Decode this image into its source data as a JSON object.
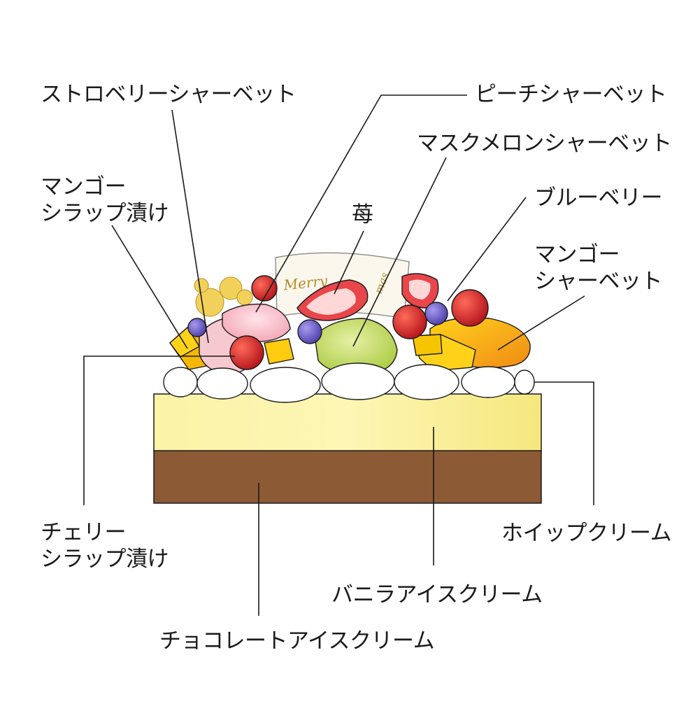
{
  "labels": {
    "strawberry_sherbet": "ストロベリーシャーベット",
    "peach_sherbet": "ピーチシャーベット",
    "muskmelon_sherbet": "マスクメロンシャーベット",
    "mango_syrup": [
      "マンゴー",
      "シラップ漬け"
    ],
    "strawberry": "苺",
    "blueberry": "ブルーベリー",
    "mango_sherbet": [
      "マンゴー",
      "シャーベット"
    ],
    "cherry_syrup": [
      "チェリー",
      "シラップ漬け"
    ],
    "whipped_cream": "ホイップクリーム",
    "vanilla_ice_cream": "バニラアイスクリーム",
    "chocolate_ice_cream": "チョコレートアイスクリーム"
  },
  "plaque": {
    "text_left": "Merry",
    "text_right": "mas"
  },
  "colors": {
    "vanilla": "#f7ee9a",
    "chocolate": "#8c5a34",
    "cream": "#ffffff",
    "mango": "#f5b800",
    "strawberry": "#e8464a",
    "cherry": "#c8201e",
    "blueberry": "#6a5bbf",
    "melon": "#b9d55a",
    "peach": "#f4b9c4",
    "gold": "#c9a227"
  }
}
